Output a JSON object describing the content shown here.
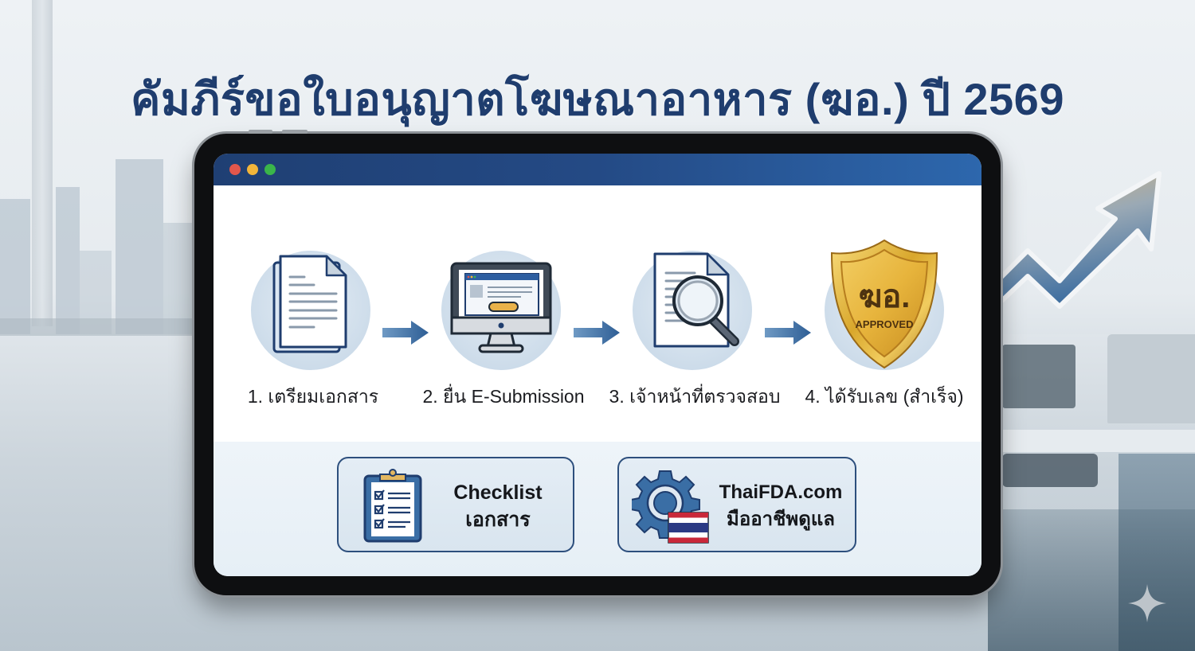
{
  "headline": "คัมภีร์ขอใบอนุญาตโฆษณาอาหาร (ฆอ.) ปี 2569",
  "window": {
    "controls": [
      {
        "name": "close",
        "color": "#e2574c"
      },
      {
        "name": "minimize",
        "color": "#f2b53a"
      },
      {
        "name": "maximize",
        "color": "#3ab54a"
      }
    ],
    "titlebar_color_start": "#1f3f73",
    "titlebar_color_end": "#2d67ad"
  },
  "steps": [
    {
      "label": "1. เตรียมเอกสาร",
      "icon": "documents-icon"
    },
    {
      "label": "2. ยื่น E-Submission",
      "icon": "computer-monitor-icon"
    },
    {
      "label": "3. เจ้าหน้าที่ตรวจสอบ",
      "icon": "document-magnifier-icon"
    },
    {
      "label": "4. ได้รับเลข (สำเร็จ)",
      "icon": "approved-shield-icon"
    }
  ],
  "badge": {
    "code": "ฆอ.",
    "status": "APPROVED"
  },
  "cards": [
    {
      "line1": "Checklist",
      "line2": "เอกสาร",
      "icon": "clipboard-checklist-icon"
    },
    {
      "line1": "ThaiFDA.com",
      "line2": "มืออาชีพดูแล",
      "icon": "gear-thai-flag-icon"
    }
  ],
  "colors": {
    "headline": "#1f3d6e",
    "accent_navy": "#1f3f73",
    "gold": "#d9a72c",
    "arrow_blue": "#3a6ea5"
  }
}
